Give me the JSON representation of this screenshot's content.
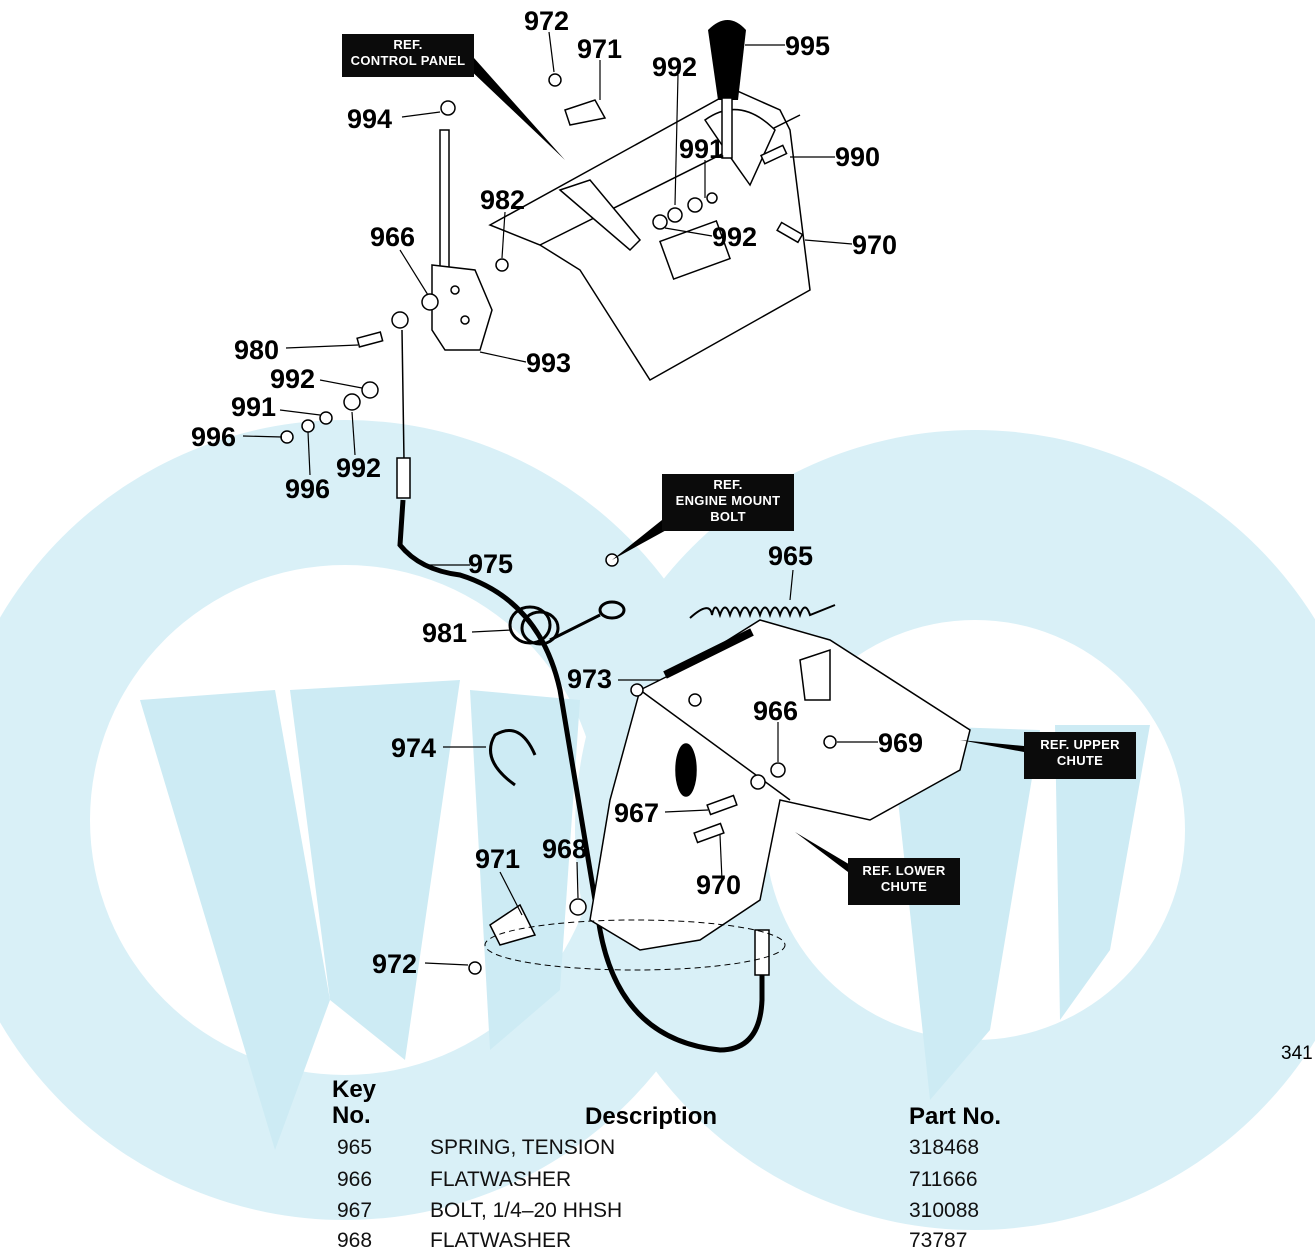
{
  "figure_id": "341",
  "ref_labels": {
    "control_panel": [
      "REF.",
      "CONTROL PANEL"
    ],
    "engine_mount_bolt": [
      "REF.",
      "ENGINE MOUNT",
      "BOLT"
    ],
    "upper_chute": [
      "REF. UPPER",
      "CHUTE"
    ],
    "lower_chute": [
      "REF. LOWER",
      "CHUTE"
    ]
  },
  "callouts": {
    "c972a": "972",
    "c971a": "971",
    "c995": "995",
    "c992a": "992",
    "c994": "994",
    "c991a": "991",
    "c990": "990",
    "c982": "982",
    "c992b": "992",
    "c970a": "970",
    "c966a": "966",
    "c980": "980",
    "c993": "993",
    "c992c": "992",
    "c991b": "991",
    "c996a": "996",
    "c992d": "992",
    "c996b": "996",
    "c975": "975",
    "c965": "965",
    "c981": "981",
    "c973": "973",
    "c966b": "966",
    "c969": "969",
    "c974": "974",
    "c967": "967",
    "c968": "968",
    "c971b": "971",
    "c970b": "970",
    "c972b": "972"
  },
  "parts_table": {
    "headers": {
      "key": [
        "Key",
        "No."
      ],
      "description": "Description",
      "part": "Part No."
    },
    "rows": [
      {
        "key": "965",
        "description": "SPRING, TENSION",
        "part": "318468"
      },
      {
        "key": "966",
        "description": "FLATWASHER",
        "part": "711666"
      },
      {
        "key": "967",
        "description": "BOLT, 1/4–20 HHSH",
        "part": "310088"
      },
      {
        "key": "968",
        "description": "FLATWASHER",
        "part": "73787"
      }
    ]
  },
  "colors": {
    "watermark": "#cdebf4",
    "ink": "#000000",
    "label_bg": "#0b0b0b"
  }
}
